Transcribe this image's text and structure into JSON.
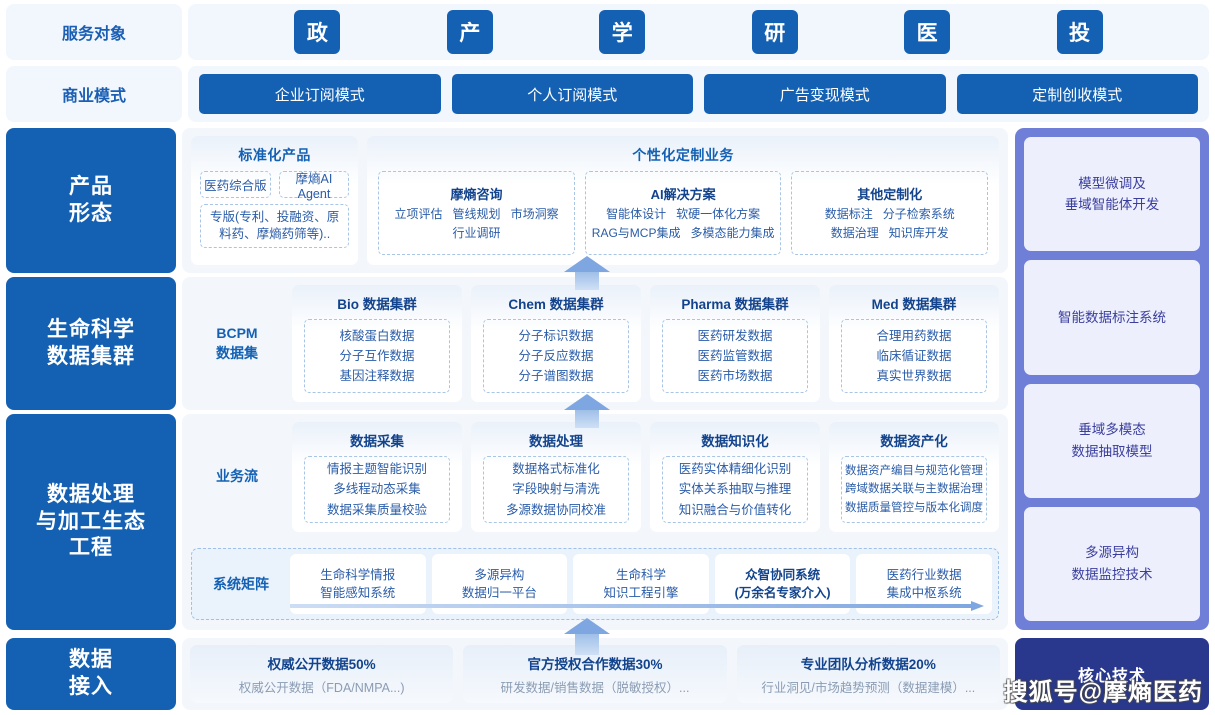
{
  "rows": {
    "service": {
      "label": "服务对象",
      "chips": [
        "政",
        "产",
        "学",
        "研",
        "医",
        "投"
      ]
    },
    "model": {
      "label": "商业模式",
      "buttons": [
        "企业订阅模式",
        "个人订阅模式",
        "广告变现模式",
        "定制创收模式"
      ]
    },
    "product": {
      "label": "产品\n形态",
      "label_line1": "产品",
      "label_line2": "形态",
      "standard": {
        "title": "标准化产品",
        "tags": [
          "医药综合版",
          "摩熵AI Agent"
        ],
        "wide_tag": "专版(专利、投融资、原料药、摩熵药筛等).."
      },
      "custom": {
        "title": "个性化定制业务",
        "cards": [
          {
            "title": "摩熵咨询",
            "items": [
              "立项评估",
              "管线规划",
              "市场洞察",
              "行业调研"
            ]
          },
          {
            "title": "AI解决方案",
            "items": [
              "智能体设计",
              "软硬一体化方案",
              "RAG与MCP集成",
              "多模态能力集成"
            ]
          },
          {
            "title": "其他定制化",
            "items": [
              "数据标注",
              "分子检索系统",
              "数据治理",
              "知识库开发"
            ]
          }
        ]
      }
    },
    "lifesci": {
      "label_line1": "生命科学",
      "label_line2": "数据集群",
      "row_label_line1": "BCPM",
      "row_label_line2": "数据集",
      "groups": [
        {
          "title": "Bio 数据集群",
          "items": [
            "核酸蛋白数据",
            "分子互作数据",
            "基因注释数据"
          ]
        },
        {
          "title": "Chem 数据集群",
          "items": [
            "分子标识数据",
            "分子反应数据",
            "分子谱图数据"
          ]
        },
        {
          "title": "Pharma 数据集群",
          "items": [
            "医药研发数据",
            "医药监管数据",
            "医药市场数据"
          ]
        },
        {
          "title": "Med 数据集群",
          "items": [
            "合理用药数据",
            "临床循证数据",
            "真实世界数据"
          ]
        }
      ]
    },
    "process": {
      "label_line1": "数据处理",
      "label_line2": "与加工生态",
      "label_line3": "工程",
      "row_label": "业务流",
      "groups": [
        {
          "title": "数据采集",
          "items": [
            "情报主题智能识别",
            "多线程动态采集",
            "数据采集质量校验"
          ]
        },
        {
          "title": "数据处理",
          "items": [
            "数据格式标准化",
            "字段映射与清洗",
            "多源数据协同校准"
          ]
        },
        {
          "title": "数据知识化",
          "items": [
            "医药实体精细化识别",
            "实体关系抽取与推理",
            "知识融合与价值转化"
          ]
        },
        {
          "title": "数据资产化",
          "items": [
            "数据资产编目与规范化管理",
            "跨域数据关联与主数据治理",
            "数据质量管控与版本化调度"
          ]
        }
      ],
      "matrix_label": "系统矩阵",
      "matrix": [
        {
          "line1": "生命科学情报",
          "line2": "智能感知系统",
          "bold": false
        },
        {
          "line1": "多源异构",
          "line2": "数据归一平台",
          "bold": false
        },
        {
          "line1": "生命科学",
          "line2": "知识工程引擎",
          "bold": false
        },
        {
          "line1": "众智协同系统",
          "line2": "(万余名专家介入)",
          "bold": true
        },
        {
          "line1": "医药行业数据",
          "line2": "集成中枢系统",
          "bold": false
        }
      ]
    },
    "access": {
      "label_line1": "数据",
      "label_line2": "接入",
      "cards": [
        {
          "title": "权威公开数据50%",
          "sub": "权威公开数据（FDA/NMPA...)"
        },
        {
          "title": "官方授权合作数据30%",
          "sub": "研发数据/销售数据（脱敏授权）..."
        },
        {
          "title": "专业团队分析数据20%",
          "sub": "行业洞见/市场趋势预测（数据建模）..."
        }
      ]
    }
  },
  "right_column": {
    "tech_cards": [
      {
        "line1": "模型微调及",
        "line2": "垂域智能体开发"
      },
      {
        "line1": "智能数据标注系统",
        "line2": ""
      },
      {
        "line1": "垂域多模态",
        "line2": "数据抽取模型"
      },
      {
        "line1": "多源异构",
        "line2": "数据监控技术"
      }
    ],
    "core_label": "核心技术"
  },
  "watermark": "搜狐号@摩熵医药",
  "colors": {
    "primary_blue": "#1461b4",
    "panel_bg": "#f3f7fc",
    "accent_purple": "#6f7fd8",
    "navy": "#29388c"
  }
}
